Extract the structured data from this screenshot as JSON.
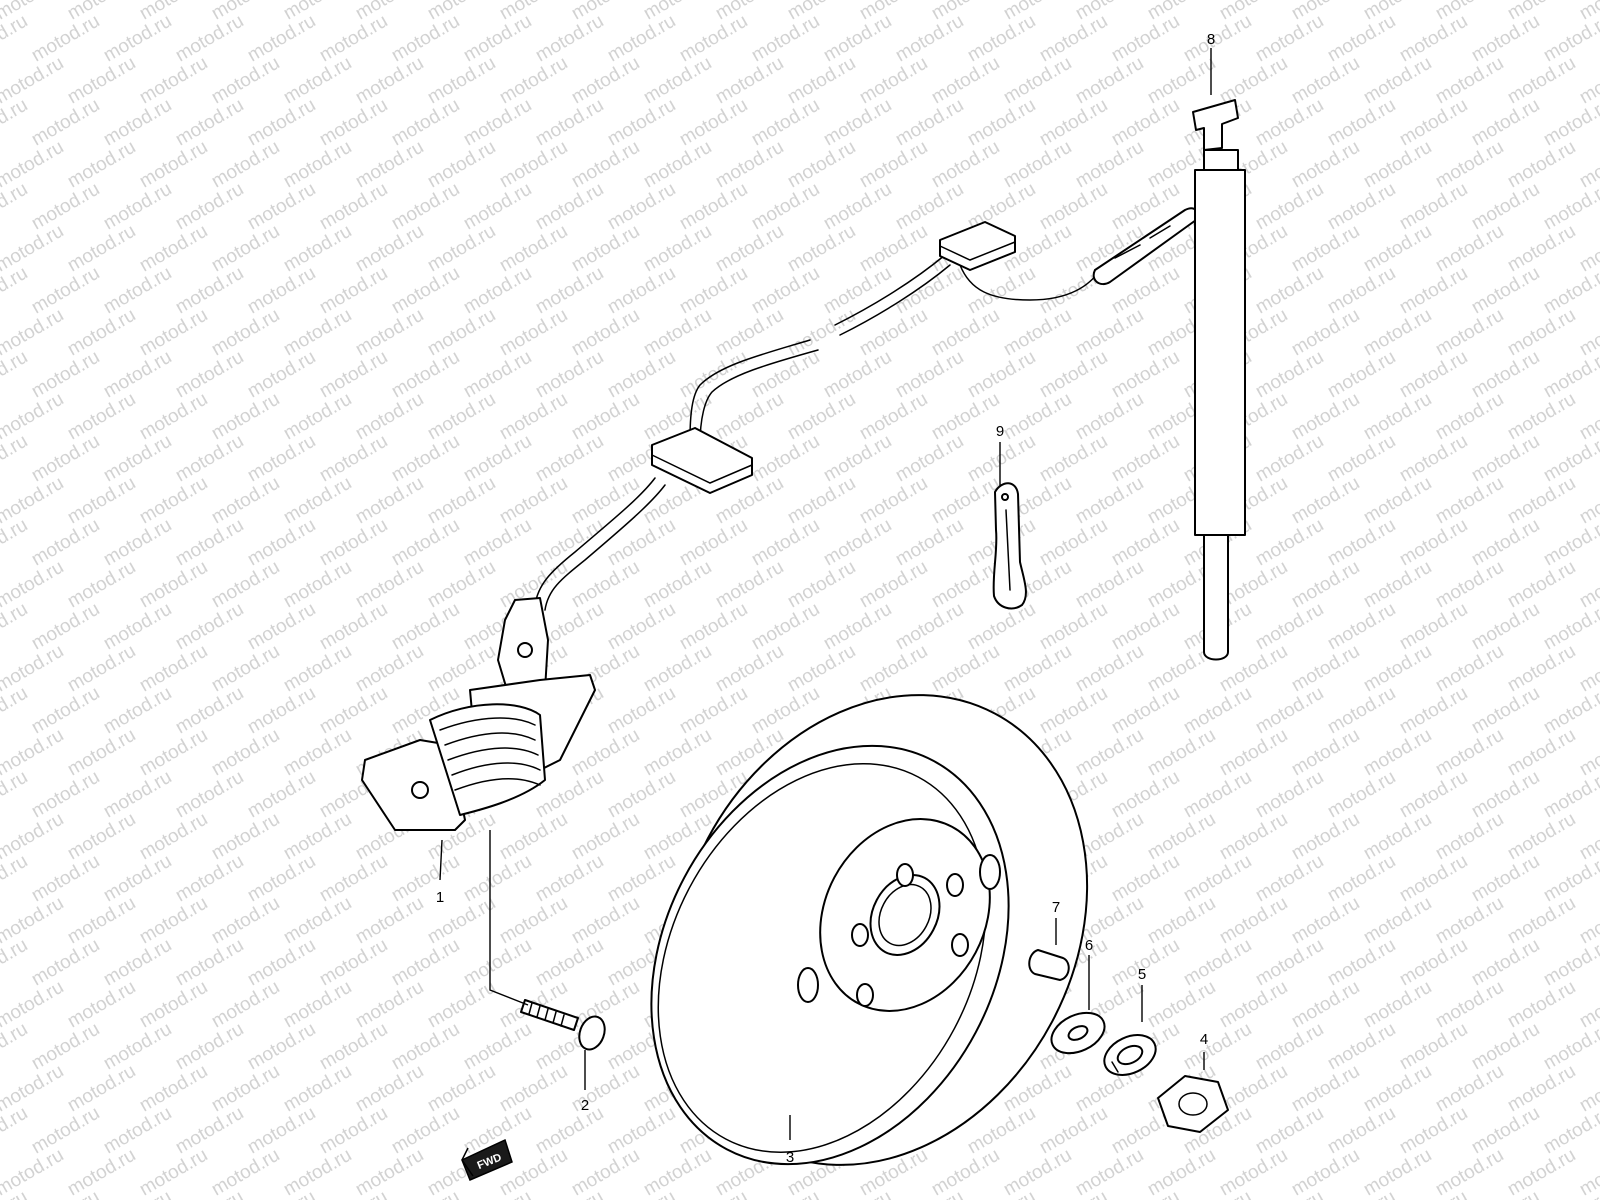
{
  "watermark": {
    "text": "motod.ru",
    "color": "#d2d2d2"
  },
  "direction_badge": {
    "text": "FWD"
  },
  "callouts": [
    {
      "id": "1",
      "part": "stator-coil-assembly"
    },
    {
      "id": "2",
      "part": "screw"
    },
    {
      "id": "3",
      "part": "flywheel-rotor"
    },
    {
      "id": "4",
      "part": "nut"
    },
    {
      "id": "5",
      "part": "lock-washer"
    },
    {
      "id": "6",
      "part": "washer"
    },
    {
      "id": "7",
      "part": "key"
    },
    {
      "id": "8",
      "part": "wire-clamp-strap"
    },
    {
      "id": "9",
      "part": "clamp"
    }
  ]
}
